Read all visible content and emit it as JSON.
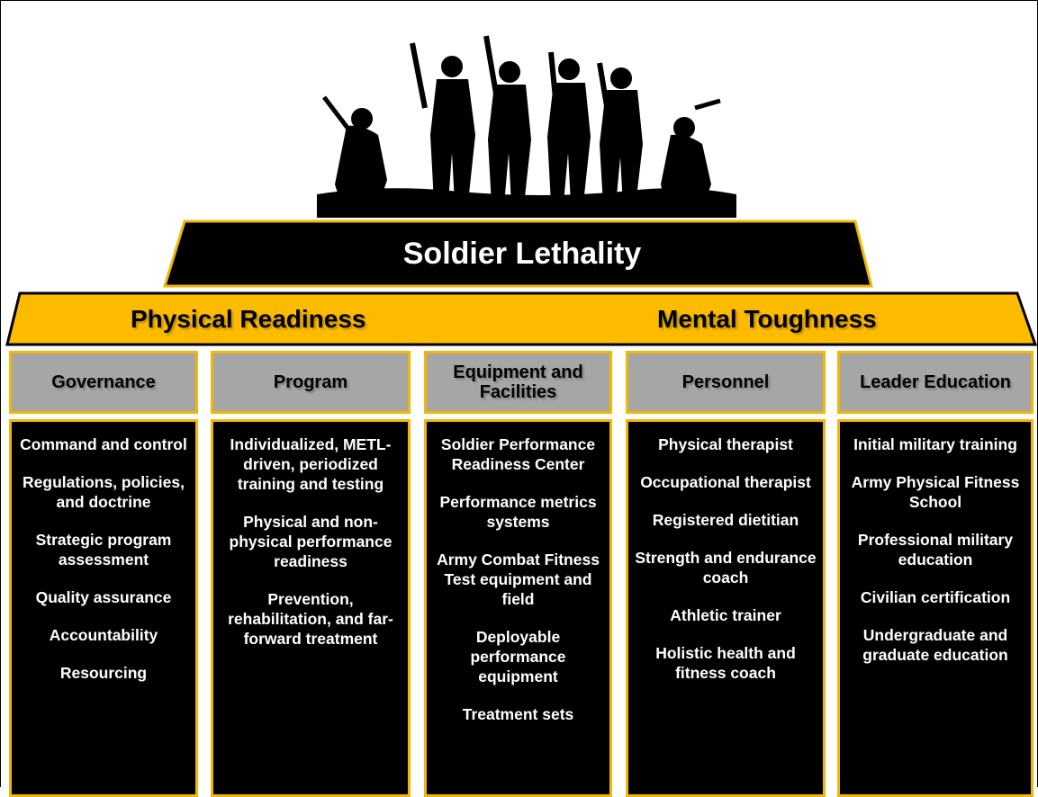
{
  "title": "Soldier Lethality",
  "pillars": [
    "Physical Readiness",
    "Mental Toughness"
  ],
  "columns": [
    {
      "heading": "Governance",
      "items": [
        "Command and control",
        "Regulations, policies, and doctrine",
        "Strategic program assessment",
        "Quality assurance",
        "Accountability",
        "Resourcing"
      ]
    },
    {
      "heading": "Program",
      "items": [
        "Individualized, METL-driven, periodized training and testing",
        "Physical and non-physical performance readiness",
        "Prevention, rehabilitation, and far-forward treatment"
      ]
    },
    {
      "heading": "Equipment and Facilities",
      "items": [
        "Soldier Performance Readiness Center",
        "Performance metrics systems",
        "Army Combat Fitness Test equipment and field",
        "Deployable performance equipment",
        "Treatment sets"
      ]
    },
    {
      "heading": "Personnel",
      "items": [
        "Physical therapist",
        "Occupational therapist",
        "Registered dietitian",
        "Strength and endurance coach",
        "Athletic trainer",
        "Holistic health and fitness coach"
      ]
    },
    {
      "heading": "Leader Education",
      "items": [
        "Initial military training",
        "Army Physical Fitness School",
        "Professional military education",
        "Civilian certification",
        "Undergraduate and graduate education"
      ]
    }
  ],
  "colors": {
    "accent": "#f2b705",
    "banner": "#000000",
    "header": "#a6a6a6"
  }
}
